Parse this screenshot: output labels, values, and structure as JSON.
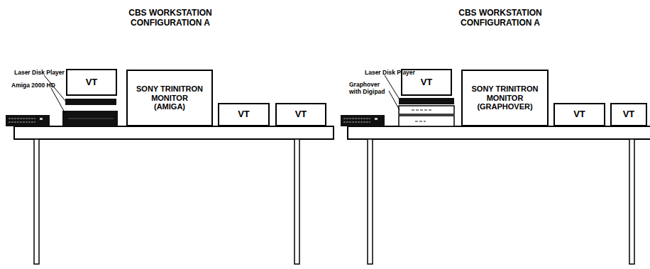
{
  "diagram": {
    "nodes": [
      {
        "text": [
          "VT"
        ]
      },
      {
        "text": [
          "SONY TRINITRON MONITOR (AMIGA)"
        ]
      },
      {
        "text": [
          "VT"
        ]
      },
      {
        "text": [
          "VT"
        ]
      },
      {
        "text": [
          "VT"
        ]
      },
      {
        "text": [
          "SONY TRINITRON MONITOR (GRAPHOVER)"
        ]
      },
      {
        "text": [
          "VT"
        ]
      },
      {
        "text": [
          "VT"
        ]
      }
    ],
    "labels": [
      "CBS WORKSTATION CONFIGURATION A",
      "Laser Disk Player",
      "Amiga 2000 HD",
      "CBS WORKSTATION CONFIGURATION A",
      "Laser Disk Player",
      "Graphover with Digipad"
    ]
  }
}
